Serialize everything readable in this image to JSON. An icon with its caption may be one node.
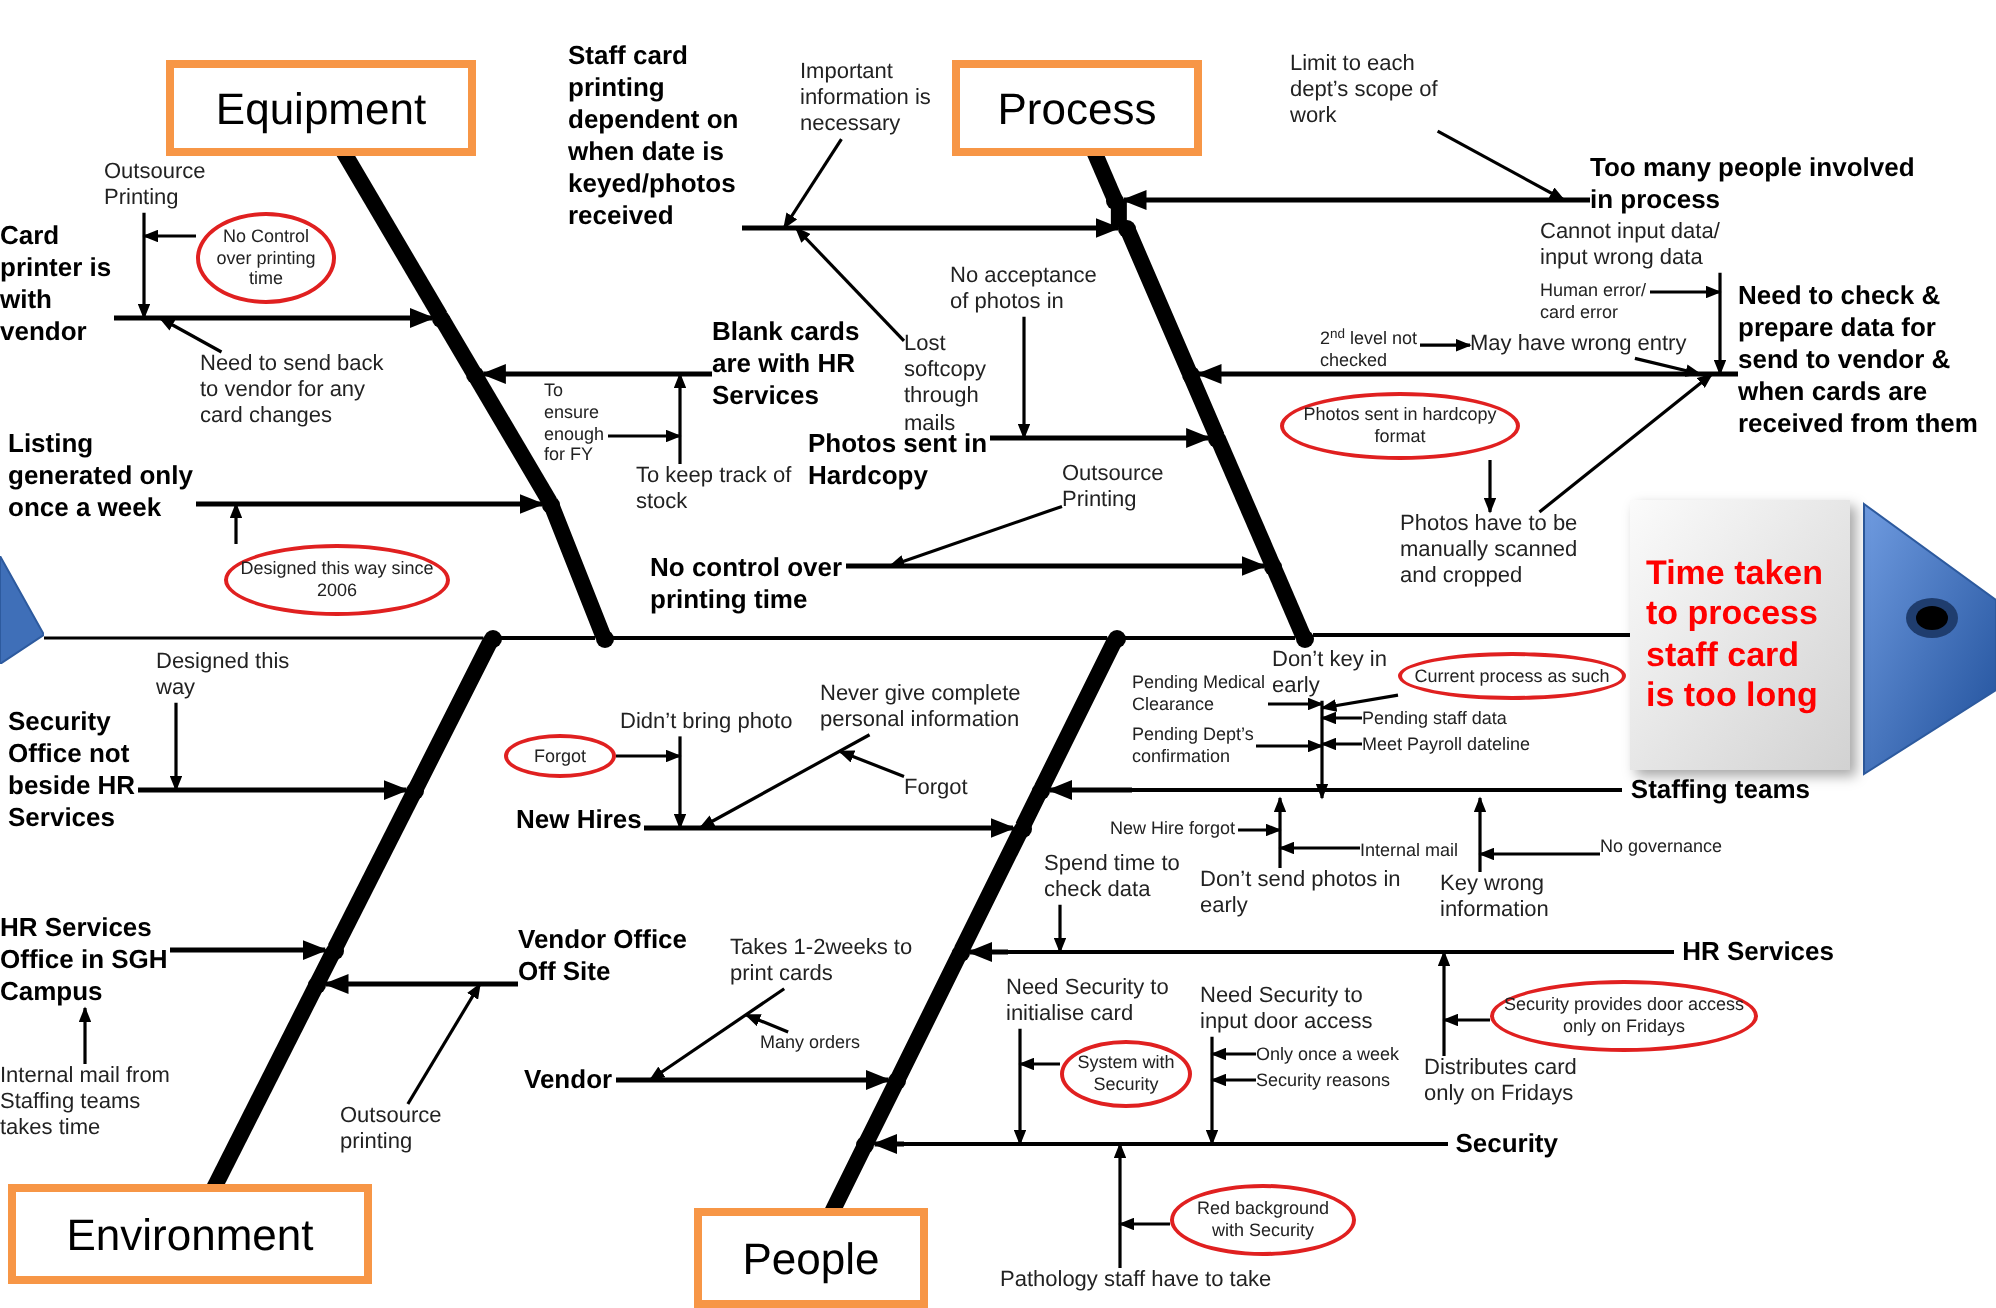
{
  "diagram": {
    "nodes": [
      {
        "text": [
          "Equipment"
        ]
      },
      {
        "text": [
          "Process"
        ]
      },
      {
        "text": [
          "Environment"
        ]
      },
      {
        "text": [
          "People"
        ]
      },
      {
        "text": [
          "Time taken to process staff card is too long"
        ]
      },
      {
        "text": [
          "Card printer is with vendor"
        ]
      },
      {
        "text": [
          "Outsource Printing"
        ]
      },
      {
        "text": [
          "No Control over printing time"
        ]
      },
      {
        "text": [
          "Need to send back to vendor for any card changes"
        ]
      },
      {
        "text": [
          "Listing generated only once a week"
        ]
      },
      {
        "text": [
          "Designed this way since 2006"
        ]
      },
      {
        "text": [
          "Staff card printing dependent on when date is keyed/photos received"
        ]
      },
      {
        "text": [
          "Important information is necessary"
        ]
      },
      {
        "text": [
          "Blank cards are with HR Services"
        ]
      },
      {
        "text": [
          "To ensure enough for FY"
        ]
      },
      {
        "text": [
          "To keep track of stock"
        ]
      },
      {
        "text": [
          "Lost softcopy through mails"
        ]
      },
      {
        "text": [
          "No acceptance of photos in"
        ]
      },
      {
        "text": [
          "Photos sent in Hardcopy"
        ]
      },
      {
        "text": [
          "Outsource Printing"
        ]
      },
      {
        "text": [
          "No control over printing time"
        ]
      },
      {
        "text": [
          "Limit to each dept’s scope of work"
        ]
      },
      {
        "text": [
          "Too many people involved in process"
        ]
      },
      {
        "text": [
          "May have wrong entry"
        ]
      },
      {
        "text": [
          "Cannot input data/ input wrong data"
        ]
      },
      {
        "text": [
          "2$^{nd}$ level not checked"
        ]
      },
      {
        "text": [
          "Human error/ card error"
        ]
      },
      {
        "text": [
          "Need to check & prepare data for send to vendor & when cards are received from them"
        ]
      },
      {
        "text": [
          "Photos sent in hardcopy format"
        ]
      },
      {
        "text": [
          "Photos have to be manually scanned and cropped"
        ]
      },
      {
        "text": [
          "Security Office not beside HR Services"
        ]
      },
      {
        "text": [
          "Designed this way"
        ]
      },
      {
        "text": [
          "HR Services Office in SGH Campus"
        ]
      },
      {
        "text": [
          "Internal mail from Staffing teams takes time"
        ]
      },
      {
        "text": [
          "Vendor Office Off Site"
        ]
      },
      {
        "text": [
          "Outsource printing"
        ]
      },
      {
        "text": [
          "Vendor"
        ]
      },
      {
        "text": [
          "New Hires"
        ]
      },
      {
        "text": [
          "Didn’t bring photo"
        ]
      },
      {
        "text": [
          "Forgot"
        ]
      },
      {
        "text": [
          "Never give complete personal information"
        ]
      },
      {
        "text": [
          "Forgot"
        ]
      },
      {
        "text": [
          "Don’t key in early"
        ]
      },
      {
        "text": [
          "Pending Medical Clearance"
        ]
      },
      {
        "text": [
          "Pending staff data"
        ]
      },
      {
        "text": [
          "Pending Dept’s confirmation"
        ]
      },
      {
        "text": [
          "Meet Payroll dateline"
        ]
      },
      {
        "text": [
          "Current process as such"
        ]
      },
      {
        "text": [
          "Staffing teams"
        ]
      },
      {
        "text": [
          "New Hire forgot"
        ]
      },
      {
        "text": [
          "Internal mail"
        ]
      },
      {
        "text": [
          "Spend time to check data"
        ]
      },
      {
        "text": [
          "Don’t send photos in early"
        ]
      },
      {
        "text": [
          "Key wrong information"
        ]
      },
      {
        "text": [
          "No governance"
        ]
      },
      {
        "text": [
          "HR Services"
        ]
      },
      {
        "text": [
          "Takes 1-2weeks to print cards"
        ]
      },
      {
        "text": [
          "Many orders"
        ]
      },
      {
        "text": [
          "Need Security to initialise card"
        ]
      },
      {
        "text": [
          "Need Security to input door access"
        ]
      },
      {
        "text": [
          "Security provides door access only on Fridays"
        ]
      },
      {
        "text": [
          "Distributes card only on Fridays"
        ]
      },
      {
        "text": [
          "Only once a week"
        ]
      },
      {
        "text": [
          "System with Security"
        ]
      },
      {
        "text": [
          "Security reasons"
        ]
      },
      {
        "text": [
          "Security"
        ]
      },
      {
        "text": [
          "Red background with Security"
        ]
      },
      {
        "text": [
          "Pathology staff have to take"
        ]
      },
      {
        "text": [],
        "shape": "dot"
      },
      {
        "text": [],
        "shape": "dot"
      },
      {
        "text": [],
        "shape": "dot"
      },
      {
        "text": [],
        "shape": "dot"
      },
      {
        "text": [],
        "shape": "dot"
      },
      {
        "text": [],
        "shape": "dot"
      },
      {
        "text": [],
        "shape": "dot"
      },
      {
        "text": [],
        "shape": "dot"
      },
      {
        "text": [],
        "shape": "dot"
      },
      {
        "text": [],
        "shape": "dot"
      },
      {
        "text": [],
        "shape": "dot"
      },
      {
        "text": [],
        "shape": "dot"
      },
      {
        "text": [],
        "shape": "dot"
      },
      {
        "text": [],
        "shape": "dot"
      },
      {
        "text": [],
        "shape": "dot"
      },
      {
        "text": [],
        "shape": "dot"
      },
      {
        "text": [],
        "shape": "triangle"
      },
      {
        "text": [],
        "shape": "dot"
      },
      {
        "text": [],
        "shape": "dot"
      },
      {
        "text": [],
        "shape": "dot"
      },
      {
        "text": [],
        "shape": "dot"
      }
    ],
    "edges": [
      {
        "from": 0,
        "to": 68,
        "arrow": "none",
        "style": "thick"
      },
      {
        "from": 1,
        "to": 71,
        "arrow": "none",
        "style": "thick"
      },
      {
        "from": 2,
        "to": 78,
        "arrow": "none",
        "style": "thick"
      },
      {
        "from": 3,
        "to": 83,
        "arrow": "none",
        "style": "thick"
      },
      {
        "from": 84,
        "to": 85,
        "arrow": "none"
      },
      {
        "from": 68,
        "to": 69,
        "arrow": "none",
        "style": "thick"
      },
      {
        "from": 69,
        "to": 70,
        "arrow": "none",
        "style": "thick"
      },
      {
        "from": 70,
        "to": 86,
        "arrow": "none",
        "style": "thick"
      },
      {
        "from": 71,
        "to": 72,
        "arrow": "none",
        "style": "thick"
      },
      {
        "from": 72,
        "to": 73,
        "arrow": "none",
        "style": "thick"
      },
      {
        "from": 73,
        "to": 74,
        "arrow": "none",
        "style": "thick"
      },
      {
        "from": 74,
        "to": 75,
        "arrow": "none",
        "style": "thick"
      },
      {
        "from": 75,
        "to": 88,
        "arrow": "none",
        "style": "thick"
      },
      {
        "from": 78,
        "to": 77,
        "arrow": "none",
        "style": "thick"
      },
      {
        "from": 77,
        "to": 76,
        "arrow": "none",
        "style": "thick"
      },
      {
        "from": 76,
        "to": 85,
        "arrow": "none",
        "style": "thick"
      },
      {
        "from": 83,
        "to": 82,
        "arrow": "none",
        "style": "thick"
      },
      {
        "from": 82,
        "to": 81,
        "arrow": "none",
        "style": "thick"
      },
      {
        "from": 81,
        "to": 80,
        "arrow": "none",
        "style": "thick"
      },
      {
        "from": 80,
        "to": 79,
        "arrow": "none",
        "style": "thick"
      },
      {
        "from": 79,
        "to": 87,
        "arrow": "none",
        "style": "thick"
      },
      {
        "from": 85,
        "to": 86,
        "arrow": "none"
      },
      {
        "from": 86,
        "to": 87,
        "arrow": "none"
      },
      {
        "from": 87,
        "to": 88,
        "arrow": "none"
      },
      {
        "from": 88,
        "to": 4,
        "arrow": "none"
      },
      {
        "from": 5,
        "to": 68,
        "arrow": "to"
      },
      {
        "from": 6,
        "to": 5,
        "arrow": "to"
      },
      {
        "from": 7,
        "to": 6,
        "arrow": "to"
      },
      {
        "from": 8,
        "to": 5,
        "arrow": "to"
      },
      {
        "from": 9,
        "to": 70,
        "arrow": "to"
      },
      {
        "from": 10,
        "to": 9,
        "arrow": "to"
      },
      {
        "from": 11,
        "to": 72,
        "arrow": "to"
      },
      {
        "from": 12,
        "to": 11,
        "arrow": "to"
      },
      {
        "from": 13,
        "to": 69,
        "arrow": "to"
      },
      {
        "from": 14,
        "to": 15,
        "arrow": "to"
      },
      {
        "from": 15,
        "to": 13,
        "arrow": "to"
      },
      {
        "from": 16,
        "to": 11,
        "arrow": "to"
      },
      {
        "from": 17,
        "to": 18,
        "arrow": "to"
      },
      {
        "from": 18,
        "to": 74,
        "arrow": "to"
      },
      {
        "from": 19,
        "to": 20,
        "arrow": "to"
      },
      {
        "from": 20,
        "to": 75,
        "arrow": "to"
      },
      {
        "from": 21,
        "to": 22,
        "arrow": "to"
      },
      {
        "from": 22,
        "to": 71,
        "arrow": "to"
      },
      {
        "from": 23,
        "to": 27,
        "arrow": "to"
      },
      {
        "from": 24,
        "to": 27,
        "arrow": "to"
      },
      {
        "from": 25,
        "to": 23,
        "arrow": "to"
      },
      {
        "from": 26,
        "to": 24,
        "arrow": "to"
      },
      {
        "from": 27,
        "to": 73,
        "arrow": "to"
      },
      {
        "from": 28,
        "to": 29,
        "arrow": "to"
      },
      {
        "from": 29,
        "to": 27,
        "arrow": "to"
      },
      {
        "from": 30,
        "to": 76,
        "arrow": "to"
      },
      {
        "from": 31,
        "to": 30,
        "arrow": "to"
      },
      {
        "from": 32,
        "to": 77,
        "arrow": "to"
      },
      {
        "from": 33,
        "to": 32,
        "arrow": "to"
      },
      {
        "from": 34,
        "to": 78,
        "arrow": "to"
      },
      {
        "from": 35,
        "to": 34,
        "arrow": "to"
      },
      {
        "from": 36,
        "to": 82,
        "arrow": "to"
      },
      {
        "from": 37,
        "to": 80,
        "arrow": "to"
      },
      {
        "from": 38,
        "to": 37,
        "arrow": "to"
      },
      {
        "from": 39,
        "to": 38,
        "arrow": "to"
      },
      {
        "from": 40,
        "to": 37,
        "arrow": "to"
      },
      {
        "from": 41,
        "to": 40,
        "arrow": "to"
      },
      {
        "from": 42,
        "to": 48,
        "arrow": "to"
      },
      {
        "from": 43,
        "to": 42,
        "arrow": "to"
      },
      {
        "from": 44,
        "to": 42,
        "arrow": "to"
      },
      {
        "from": 45,
        "to": 42,
        "arrow": "to"
      },
      {
        "from": 46,
        "to": 42,
        "arrow": "to"
      },
      {
        "from": 47,
        "to": 42,
        "arrow": "to"
      },
      {
        "from": 48,
        "to": 79,
        "arrow": "to"
      },
      {
        "from": 49,
        "to": 52,
        "arrow": "to"
      },
      {
        "from": 50,
        "to": 52,
        "arrow": "to"
      },
      {
        "from": 51,
        "to": 55,
        "arrow": "to"
      },
      {
        "from": 52,
        "to": 48,
        "arrow": "to"
      },
      {
        "from": 53,
        "to": 48,
        "arrow": "to"
      },
      {
        "from": 54,
        "to": 53,
        "arrow": "to"
      },
      {
        "from": 55,
        "to": 81,
        "arrow": "to"
      },
      {
        "from": 56,
        "to": 36,
        "arrow": "to"
      },
      {
        "from": 57,
        "to": 56,
        "arrow": "to"
      },
      {
        "from": 58,
        "to": 65,
        "arrow": "to"
      },
      {
        "from": 59,
        "to": 65,
        "arrow": "to"
      },
      {
        "from": 60,
        "to": 61,
        "arrow": "to"
      },
      {
        "from": 61,
        "to": 55,
        "arrow": "to"
      },
      {
        "from": 62,
        "to": 59,
        "arrow": "to"
      },
      {
        "from": 63,
        "to": 58,
        "arrow": "to"
      },
      {
        "from": 64,
        "to": 59,
        "arrow": "to"
      },
      {
        "from": 65,
        "to": 83,
        "arrow": "to"
      },
      {
        "from": 66,
        "to": 67,
        "arrow": "to"
      },
      {
        "from": 67,
        "to": 65,
        "arrow": "to"
      }
    ]
  }
}
